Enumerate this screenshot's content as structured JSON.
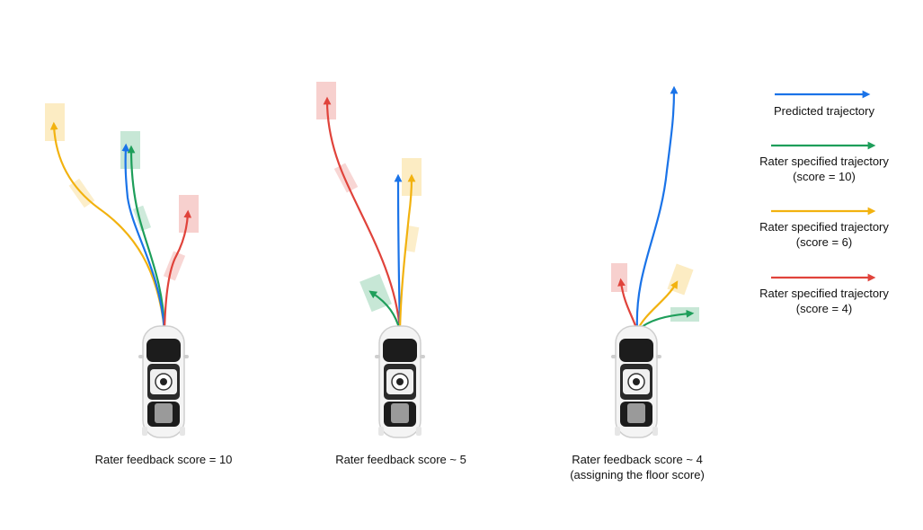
{
  "colors": {
    "predicted": "#1a73e8",
    "score_10": "#1e9e5a",
    "score_6": "#f2b20f",
    "score_4": "#e0433b",
    "car_body": "#f4f4f4",
    "car_dark": "#1c1c1c"
  },
  "panels": [
    {
      "caption_lines": [
        "Rater feedback score = 10"
      ]
    },
    {
      "caption_lines": [
        "Rater feedback score ~ 5"
      ]
    },
    {
      "caption_lines": [
        "Rater feedback score ~ 4",
        "(assigning the floor score)"
      ]
    }
  ],
  "legend": [
    {
      "lines": [
        "Predicted trajectory"
      ],
      "color_key": "predicted"
    },
    {
      "lines": [
        "Rater specified trajectory",
        "(score = 10)"
      ],
      "color_key": "score_10"
    },
    {
      "lines": [
        "Rater specified trajectory",
        "(score = 6)"
      ],
      "color_key": "score_6"
    },
    {
      "lines": [
        "Rater specified trajectory",
        "(score = 4)"
      ],
      "color_key": "score_4"
    }
  ]
}
